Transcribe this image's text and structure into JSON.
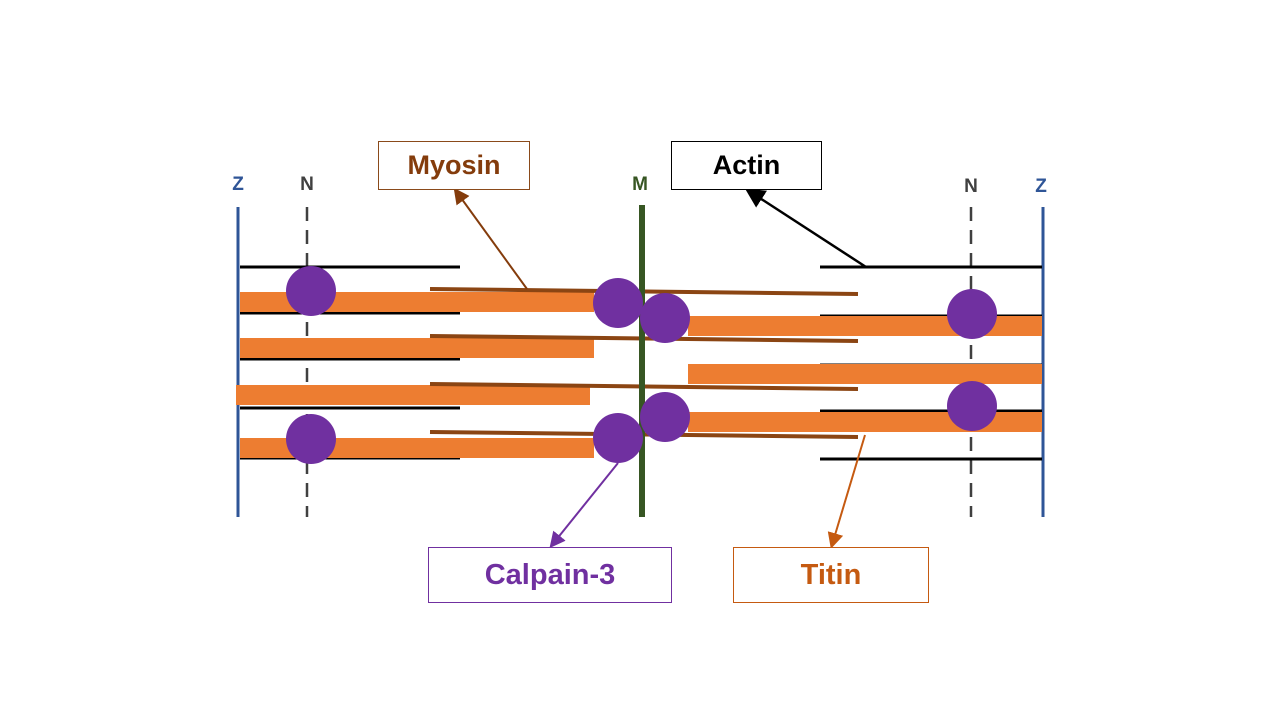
{
  "colors": {
    "myosin": "#8b4513",
    "actin": "#000000",
    "titin": "#ed7d31",
    "calpain": "#7030a0",
    "z_line": "#2f5597",
    "m_line": "#375623",
    "n_line": "#404040",
    "myosin_label": "#843c0c",
    "titin_label": "#c55a11"
  },
  "line_labels": {
    "z_left": "Z",
    "n_left": "N",
    "m": "M",
    "n_right": "N",
    "z_right": "Z"
  },
  "callouts": {
    "myosin": "Myosin",
    "actin": "Actin",
    "calpain": "Calpain-3",
    "titin": "Titin"
  }
}
